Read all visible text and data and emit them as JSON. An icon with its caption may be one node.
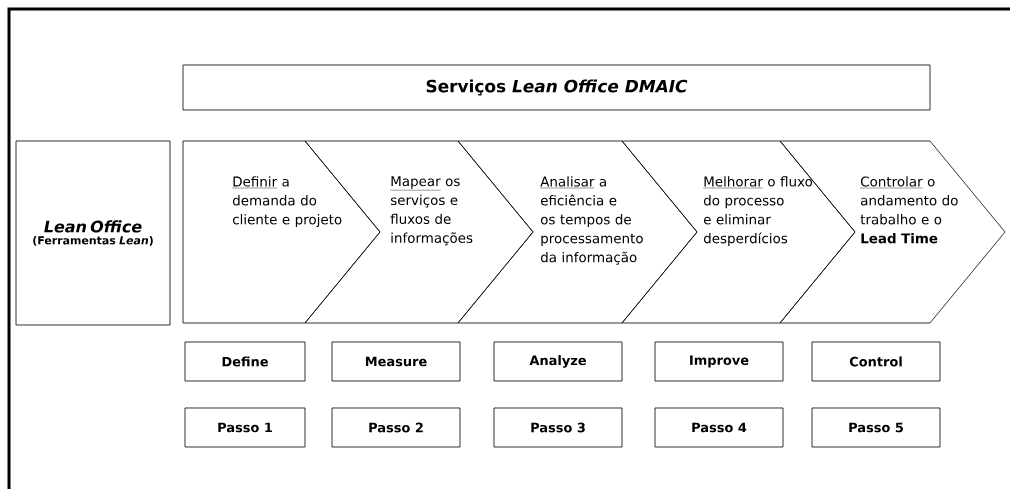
{
  "diagram": {
    "nodes": [
      {
        "text": [
          "Serviços *Lean Office DMAIC*"
        ]
      },
      {
        "text": [
          "Lean Office",
          "(Ferramentas *Lean*)"
        ]
      },
      {
        "text": [
          "Definir",
          "a demanda do cliente e projeto"
        ]
      },
      {
        "text": [
          "Mapear",
          "os serviços e fluxos de informações"
        ]
      },
      {
        "text": [
          "Analisar",
          "a eficiência e os tempos de processamento da informação"
        ]
      },
      {
        "text": [
          "Melhorar",
          "o fluxo do processo e eliminar desperdícios"
        ]
      },
      {
        "text": [
          "Controlar",
          "o andamento do trabalho e o **Lead Time**"
        ]
      },
      {
        "text": [
          "Define"
        ]
      },
      {
        "text": [
          "Measure"
        ]
      },
      {
        "text": [
          "Analyze"
        ]
      },
      {
        "text": [
          "Improve"
        ]
      },
      {
        "text": [
          "Control"
        ]
      },
      {
        "text": [
          "Passo 1"
        ]
      },
      {
        "text": [
          "Passo 2"
        ]
      },
      {
        "text": [
          "Passo 3"
        ]
      },
      {
        "text": [
          "Passo 4"
        ]
      },
      {
        "text": [
          "Passo 5"
        ]
      }
    ]
  }
}
